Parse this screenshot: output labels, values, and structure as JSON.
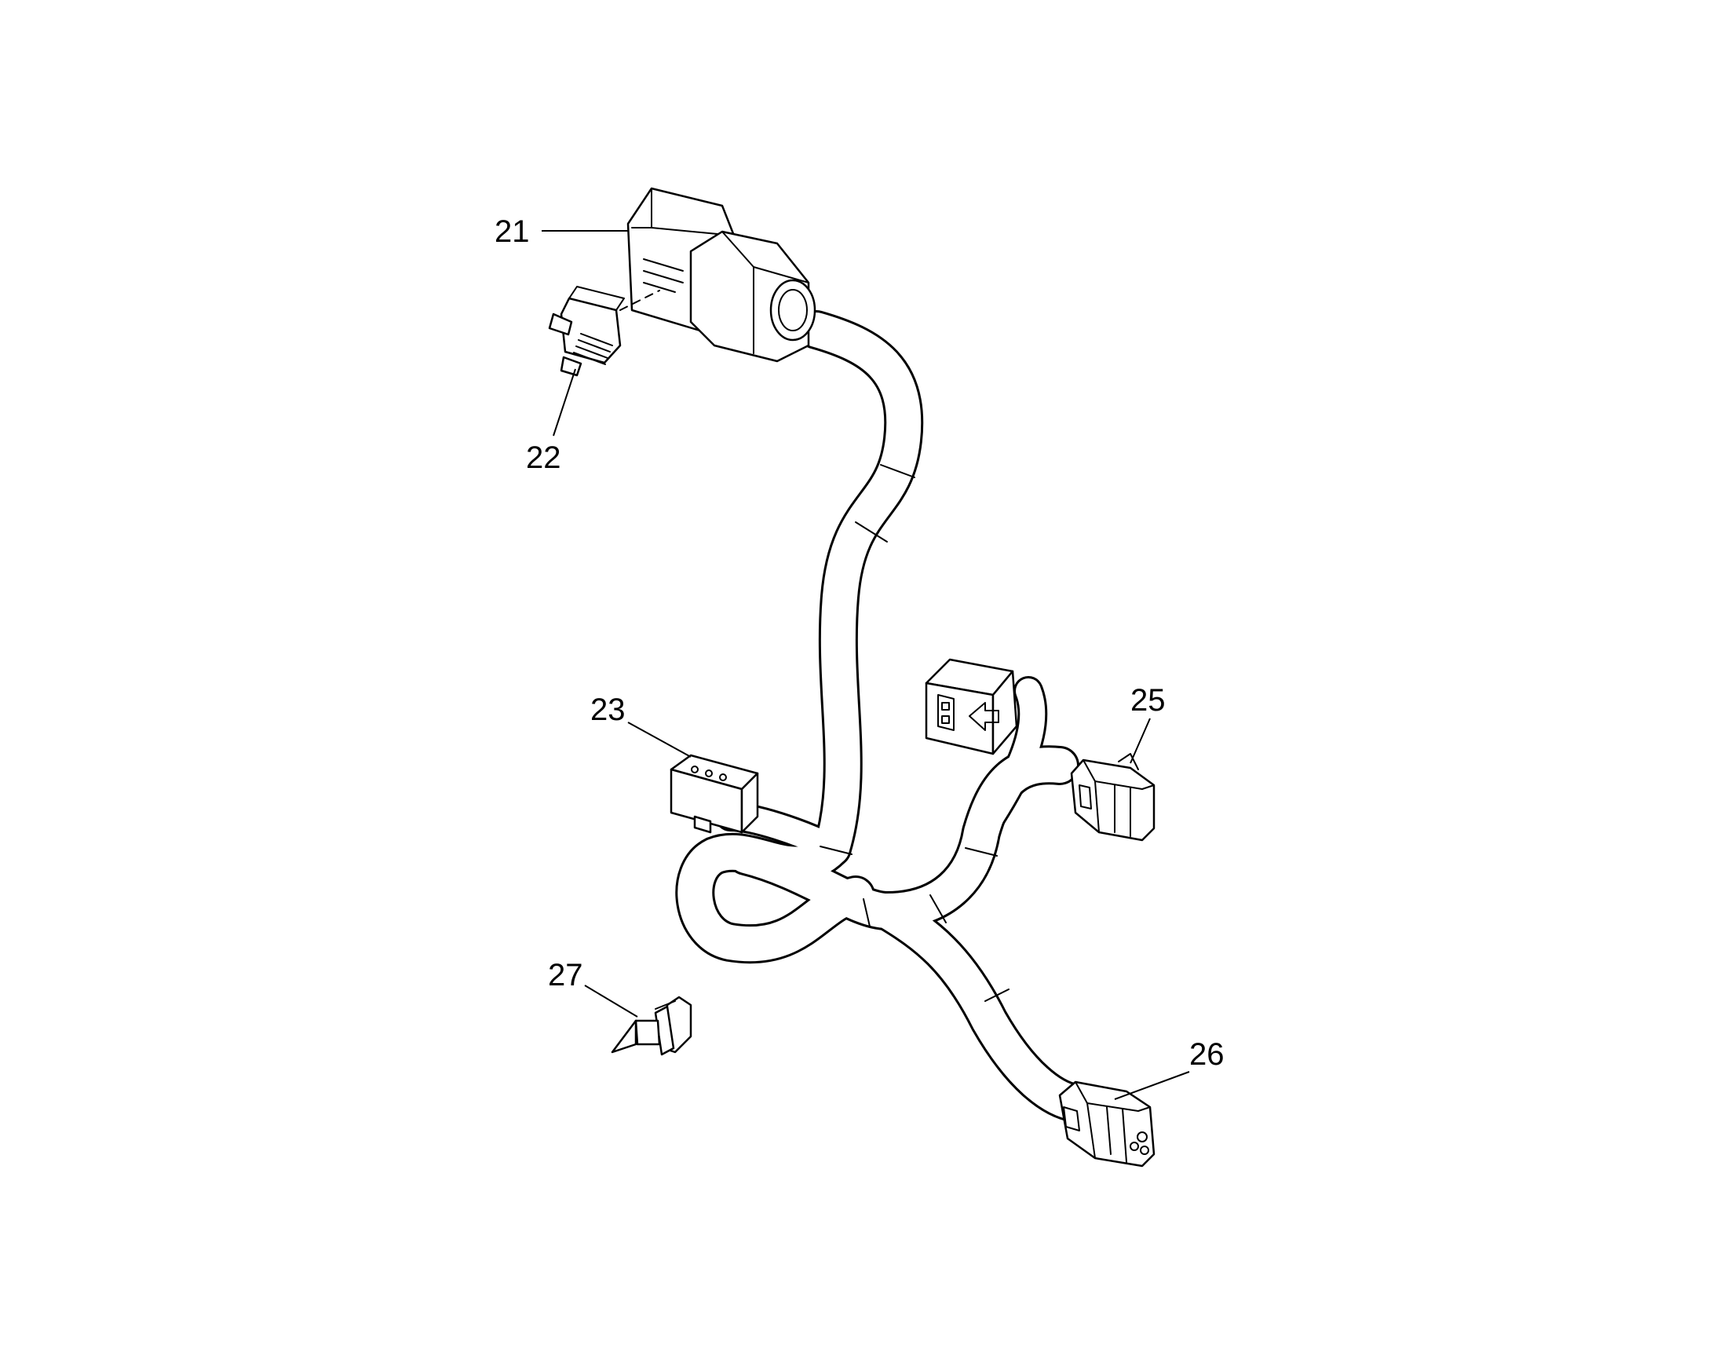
{
  "callouts": [
    {
      "id": "21",
      "text": "21"
    },
    {
      "id": "22",
      "text": "22"
    },
    {
      "id": "23",
      "text": "23"
    },
    {
      "id": "25",
      "text": "25"
    },
    {
      "id": "26",
      "text": "26"
    },
    {
      "id": "27",
      "text": "27"
    }
  ]
}
